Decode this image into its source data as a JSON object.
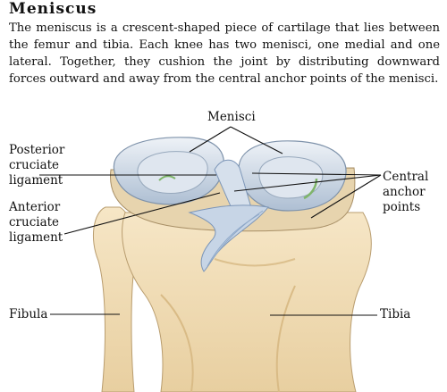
{
  "header": {
    "title": "Meniscus",
    "description": "The meniscus is a crescent-shaped piece of cartilage that lies between the femur and tibia. Each knee has two menisci, one medial and one lateral. Together, they cushion the joint by distributing downward forces outward and away from the central anchor points of the menisci."
  },
  "labels": {
    "menisci": "Menisci",
    "posterior": [
      "Posterior",
      "cruciate",
      "ligament"
    ],
    "anterior": [
      "Anterior",
      "cruciate",
      "ligament"
    ],
    "central": [
      "Central",
      "anchor",
      "points"
    ],
    "fibula": "Fibula",
    "tibia": "Tibia"
  },
  "colors": {
    "bone": "#f1dcb6",
    "cartilage": "#c9d6e4",
    "ligament": "#8fa9c9"
  }
}
